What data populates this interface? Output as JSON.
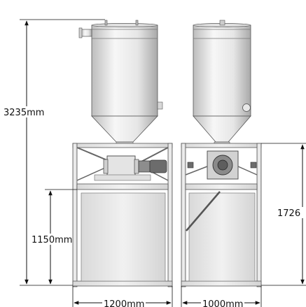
{
  "dimensions": {
    "total_height": "3235mm",
    "frame_height": "1150mm",
    "side_height": "1726",
    "front_width": "1200mm",
    "side_width": "1000mm"
  },
  "colors": {
    "line": "#111111",
    "metal_light": "#f2f2f2",
    "metal_mid": "#d6d6d6",
    "metal_dark": "#9a9a9a",
    "panel": "#e9e9e9",
    "motor": "#6c6c6c"
  }
}
